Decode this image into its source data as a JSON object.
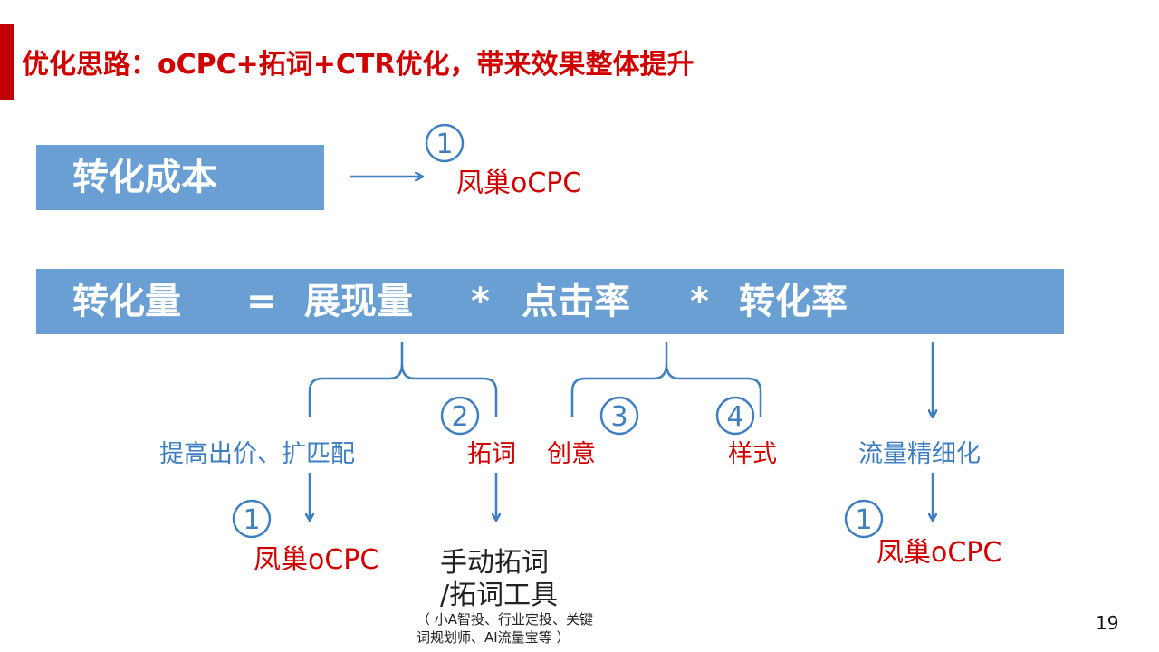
{
  "title": "优化思路：oCPC+拓词+CTR优化，带来效果整体提升",
  "cost_box": {
    "label": "转化成本"
  },
  "cost_result": {
    "num": "1",
    "label": "凤巢oCPC"
  },
  "formula": {
    "volume": "转化量",
    "equals": "=",
    "impressions": "展现量",
    "times1": "*",
    "ctr": "点击率",
    "times2": "*",
    "cvr": "转化率"
  },
  "branches": {
    "bid": "提高出价、扩匹配",
    "expand_num": "2",
    "expand": "拓词",
    "creative_num": "3",
    "creative": "创意",
    "style_num": "4",
    "style": "样式",
    "traffic": "流量精细化"
  },
  "results": {
    "left_num": "1",
    "left": "凤巢oCPC",
    "middle_line1": "手动拓词",
    "middle_line2": "/拓词工具",
    "middle_note1": "（ 小A智投、行业定投、关键",
    "middle_note2": "词规划师、AI流量宝等 ）",
    "right_num": "1",
    "right": "凤巢oCPC"
  },
  "page_number": "19",
  "colors": {
    "accent_red": "#d00000",
    "box_blue": "#6a9fd3",
    "line_blue": "#3f7fc0"
  }
}
